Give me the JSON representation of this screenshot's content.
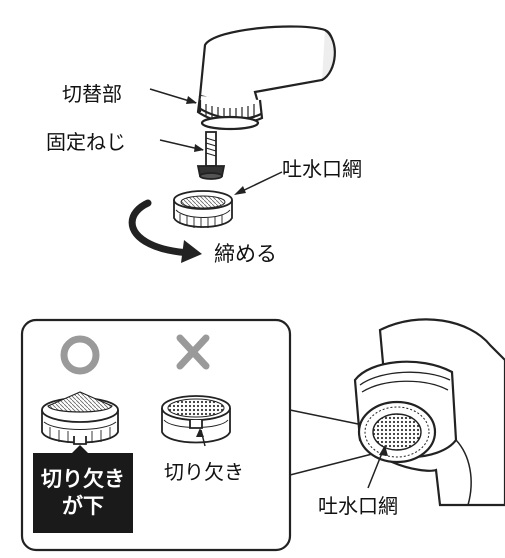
{
  "labels": {
    "switch_part": "切替部",
    "fixing_screw": "固定ねじ",
    "outlet_mesh_top": "吐水口網",
    "tighten": "締める",
    "notch": "切り欠き",
    "outlet_mesh_bottom": "吐水口網"
  },
  "correct_caption": {
    "line1": "切り欠き",
    "line2": "が下"
  },
  "marks": {
    "correct": "circle",
    "incorrect": "cross"
  },
  "colors": {
    "line": "#222222",
    "mark_gray": "#9a9a9a",
    "caption_bg": "#1a1a1a",
    "mesh_fill": "#cfcfcf"
  }
}
